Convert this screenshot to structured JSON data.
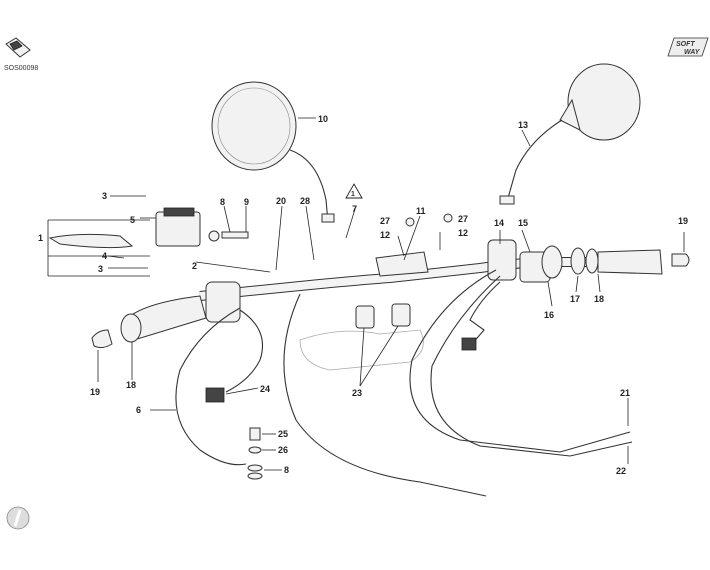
{
  "drawing_code": "SOS00098",
  "brand_badge": {
    "line1": "SOFT",
    "line2": "WAY"
  },
  "callouts": [
    {
      "id": "c1",
      "text": "1"
    },
    {
      "id": "c2",
      "text": "2"
    },
    {
      "id": "c3a",
      "text": "3"
    },
    {
      "id": "c3b",
      "text": "3"
    },
    {
      "id": "c4",
      "text": "4"
    },
    {
      "id": "c5",
      "text": "5"
    },
    {
      "id": "c6",
      "text": "6"
    },
    {
      "id": "c7",
      "text": "7"
    },
    {
      "id": "c8a",
      "text": "8"
    },
    {
      "id": "c8b",
      "text": "8"
    },
    {
      "id": "c9",
      "text": "9"
    },
    {
      "id": "c10",
      "text": "10"
    },
    {
      "id": "c11",
      "text": "11"
    },
    {
      "id": "c12a",
      "text": "12"
    },
    {
      "id": "c12b",
      "text": "12"
    },
    {
      "id": "c13",
      "text": "13"
    },
    {
      "id": "c14",
      "text": "14"
    },
    {
      "id": "c15",
      "text": "15"
    },
    {
      "id": "c16",
      "text": "16"
    },
    {
      "id": "c17",
      "text": "17"
    },
    {
      "id": "c18a",
      "text": "18"
    },
    {
      "id": "c18b",
      "text": "18"
    },
    {
      "id": "c19a",
      "text": "19"
    },
    {
      "id": "c19b",
      "text": "19"
    },
    {
      "id": "c20",
      "text": "20"
    },
    {
      "id": "c21",
      "text": "21"
    },
    {
      "id": "c22",
      "text": "22"
    },
    {
      "id": "c23",
      "text": "23"
    },
    {
      "id": "c24",
      "text": "24"
    },
    {
      "id": "c25",
      "text": "25"
    },
    {
      "id": "c26",
      "text": "26"
    },
    {
      "id": "c27a",
      "text": "27"
    },
    {
      "id": "c27b",
      "text": "27"
    },
    {
      "id": "c28",
      "text": "28"
    }
  ],
  "triangle_marker": "1"
}
